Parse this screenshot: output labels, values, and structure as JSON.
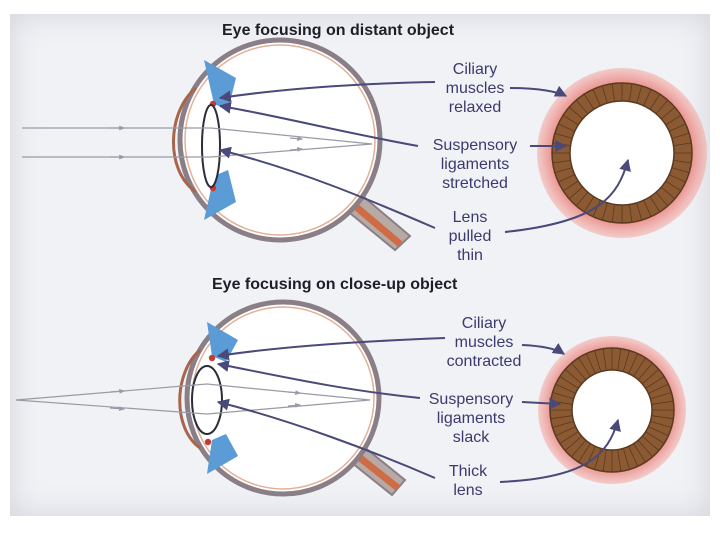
{
  "top": {
    "title": "Eye focusing on distant object",
    "ciliary": [
      "Ciliary",
      "muscles",
      "relaxed"
    ],
    "suspensory": [
      "Suspensory",
      "ligaments",
      "stretched"
    ],
    "lens": [
      "Lens",
      "pulled",
      "thin"
    ]
  },
  "bottom": {
    "title": "Eye focusing on close-up object",
    "ciliary": [
      "Ciliary",
      "muscles",
      "contracted"
    ],
    "suspensory": [
      "Suspensory",
      "ligaments",
      "slack"
    ],
    "lens": [
      "Thick",
      "lens"
    ]
  },
  "colors": {
    "background": "#f1f2f6",
    "eye_wall": "#8a7f86",
    "muscle_blue": "#5b9bd6",
    "ligament_red": "#c73a32",
    "optic_nerve": "#cf6b45",
    "muscle_ring": "#8b5a33",
    "outer_glow": "#e2625c",
    "label_text": "#3b3a6e",
    "arrow": "#4a4a7a"
  }
}
